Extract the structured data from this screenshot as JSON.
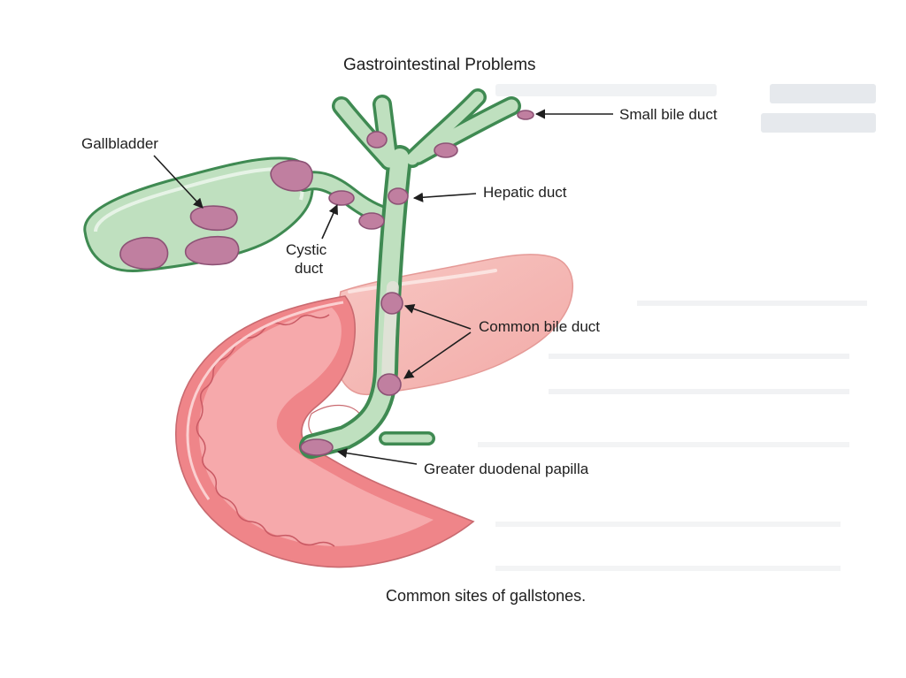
{
  "header": {
    "title": "Gastrointestinal Problems"
  },
  "labels": {
    "small_bile_duct": "Small bile duct",
    "gallbladder": "Gallbladder",
    "hepatic_duct": "Hepatic duct",
    "cystic_duct_line1": "Cystic",
    "cystic_duct_line2": "duct",
    "common_bile_duct": "Common bile duct",
    "greater_duodenal_papilla": "Greater duodenal papilla"
  },
  "caption": "Common sites of gallstones.",
  "colors": {
    "duct_fill": "#bfe0bf",
    "duct_stroke": "#3f8a52",
    "gallstone": "#c07fa0",
    "pancreas": "#f4b7b3",
    "duodenum": "#ee7f82",
    "text": "#1e1e1e",
    "ghost_text": "#e3e6ea"
  }
}
